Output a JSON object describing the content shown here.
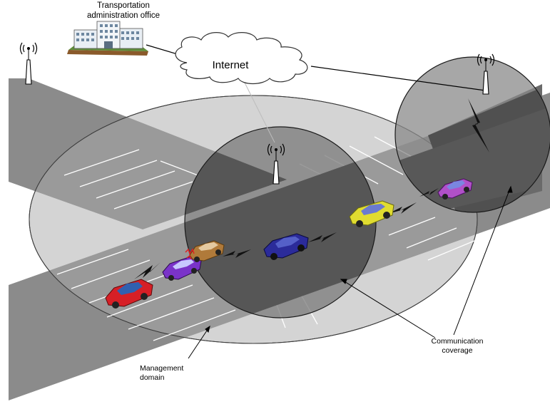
{
  "labels": {
    "office": "Transportation\nadministration office",
    "internet": "Internet",
    "communication": "Communication\ncoverage",
    "management": "Management\ndomain"
  },
  "colors": {
    "road": "#8a8a8a",
    "road_dark": "#4f4f4f",
    "management_ellipse": "#c8c8c8",
    "coverage_circle": "#5a5a5a",
    "car_red": "#e01c24",
    "car_purple": "#7a33c9",
    "car_bronze": "#b07a3a",
    "car_navy": "#2b2b9a",
    "car_yellow": "#e0dc30",
    "car_pink": "#a041b8"
  },
  "icons": [
    "antenna-icon",
    "building-icon",
    "cloud-icon",
    "lightning-icon",
    "car-icon"
  ]
}
